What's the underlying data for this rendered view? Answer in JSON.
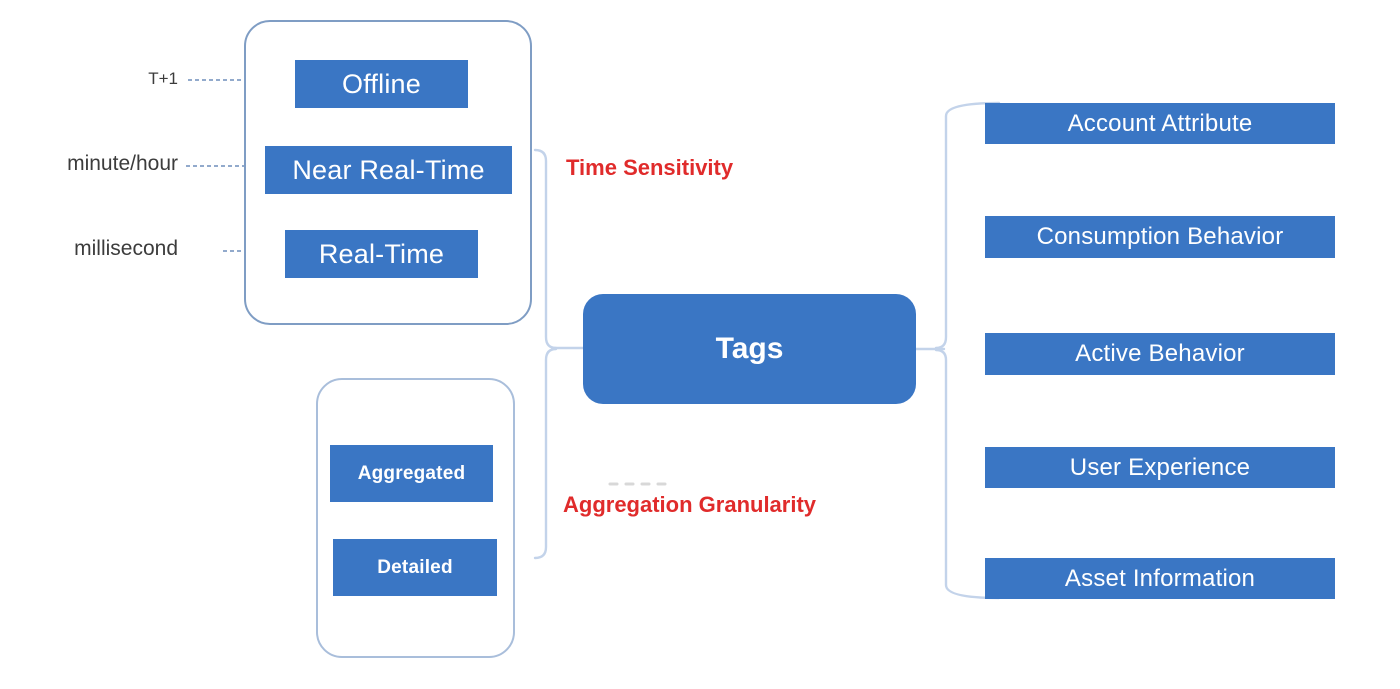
{
  "diagram": {
    "title": "Tags",
    "center_node": {
      "label": "Tags"
    },
    "colors": {
      "chip_blue": "#3a76c4",
      "branch_label_red": "#e02b2b",
      "group_border_blue": "#7f9dc4",
      "connector_blue": "#b8cbe6",
      "scale_label_gray": "#3c3c3c",
      "chip_text": "#ffffff",
      "background": "#ffffff"
    },
    "branches": [
      {
        "label": "Time Sensitivity",
        "side": "left",
        "items": [
          {
            "label": "Offline",
            "scale": "T+1"
          },
          {
            "label": "Near Real-Time",
            "scale": "minute/hour"
          },
          {
            "label": "Real-Time",
            "scale": "millisecond"
          }
        ]
      },
      {
        "label": "Aggregation Granularity",
        "side": "left",
        "items": [
          {
            "label": "Aggregated"
          },
          {
            "label": "Detailed"
          }
        ]
      },
      {
        "label": "",
        "side": "right",
        "items": [
          {
            "label": "Account Attribute"
          },
          {
            "label": "Consumption Behavior"
          },
          {
            "label": "Active Behavior"
          },
          {
            "label": "User Experience"
          },
          {
            "label": "Asset Information"
          }
        ]
      }
    ],
    "scale_labels": [
      "T+1",
      "minute/hour",
      "millisecond"
    ],
    "right_items": [
      "Account Attribute",
      "Consumption Behavior",
      "Active Behavior",
      "User Experience",
      "Asset Information"
    ]
  }
}
